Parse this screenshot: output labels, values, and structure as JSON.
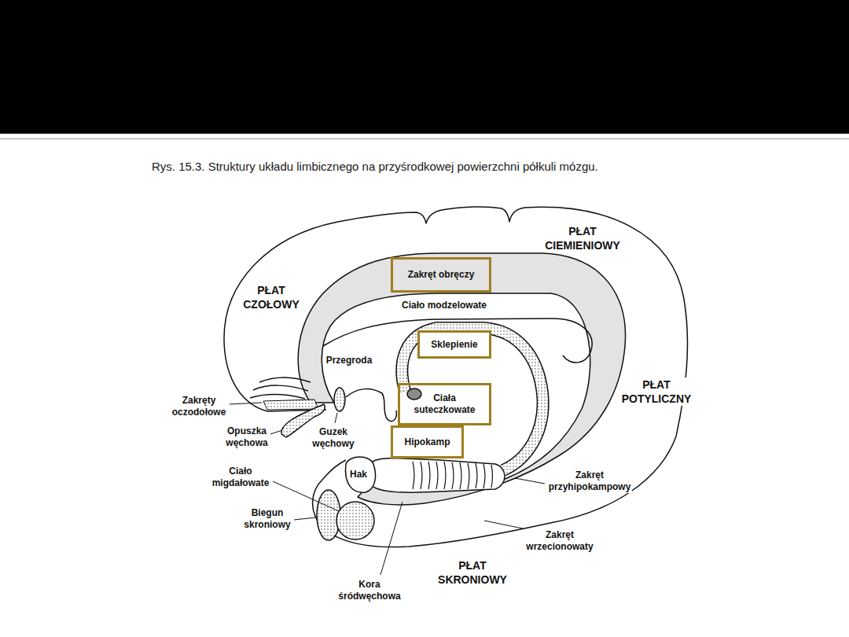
{
  "diagram": {
    "caption": "Rys. 15.3. Struktury układu limbicznego na przyśrodkowej powierzchni półkuli mózgu.",
    "nodes": [
      {
        "text": [
          "Zakręt obręczy"
        ]
      },
      {
        "text": [
          "Sklepienie"
        ]
      },
      {
        "text": [
          "Ciała suteczkowate"
        ]
      },
      {
        "text": [
          "Hipokamp"
        ]
      }
    ],
    "labels": [
      "PŁAT CIEMIENIOWY",
      "PŁAT CZOŁOWY",
      "Ciało modzelowate",
      "Przegroda",
      "PŁAT POTYLICZNY",
      "Zakręty oczodołowe",
      "Opuszka węchowa",
      "Guzek węchowy",
      "Hak",
      "Ciało migdałowate",
      "Zakręt przyhipokampowy",
      "Biegun skroniowy",
      "Zakręt wrzecionowaty",
      "PŁAT SKRONIOWY",
      "Kora śródwęchowa"
    ]
  }
}
